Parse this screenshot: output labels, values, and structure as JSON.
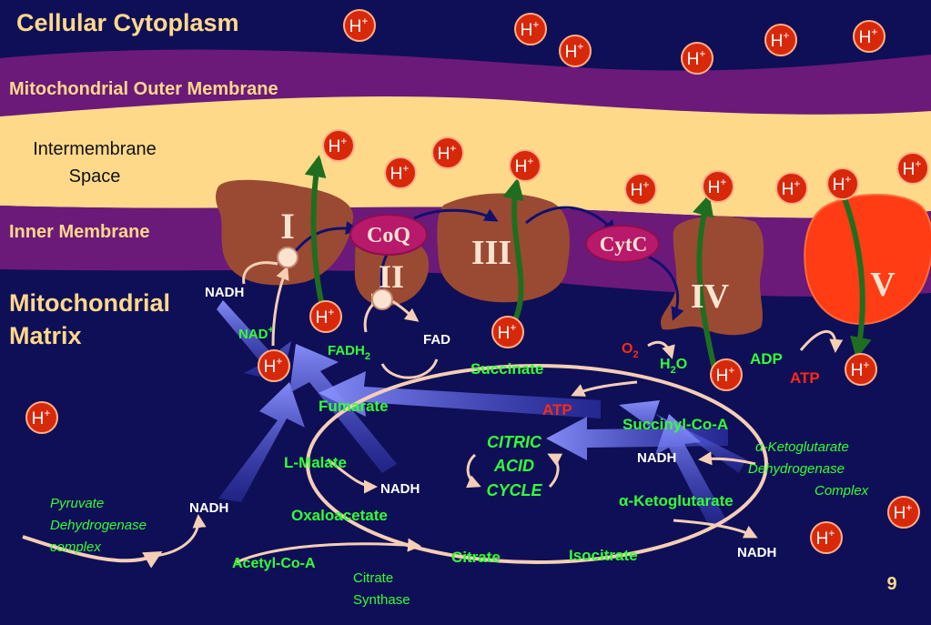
{
  "regions": {
    "cytoplasm": "Cellular Cytoplasm",
    "outer_membrane": "Mitochondrial Outer Membrane",
    "intermembrane_line1": "Intermembrane",
    "intermembrane_line2": "Space",
    "inner_membrane": "Inner Membrane",
    "matrix_line1": "Mitochondrial",
    "matrix_line2": "Matrix"
  },
  "proton": {
    "base": "H",
    "charge": "+"
  },
  "complexes": {
    "c1": "I",
    "c2": "II",
    "c3": "III",
    "c4": "IV",
    "c5": "V",
    "coq": "CoQ",
    "cytc": "CytC"
  },
  "molecules": {
    "nadh_1": "NADH",
    "nad_base": "NAD",
    "nad_sup": "+",
    "fadh_base": "FADH",
    "fadh_sub": "2",
    "fad": "FAD",
    "o2_base": "O",
    "o2_sub": "2",
    "h2o_h": "H",
    "h2o_sub": "2",
    "h2o_o": "O",
    "adp": "ADP",
    "atp_1": "ATP",
    "atp_2": "ATP",
    "nadh_2": "NADH",
    "nadh_3": "NADH",
    "nadh_4": "NADH",
    "nadh_5": "NADH"
  },
  "cycle": {
    "center_line1": "CITRIC",
    "center_line2": "ACID",
    "center_line3": "CYCLE",
    "succinate": "Succinate",
    "fumarate": "Fumarate",
    "l_malate": "L-Malate",
    "oxaloacetate": "Oxaloacetate",
    "citrate": "Citrate",
    "isocitrate": "Isocitrate",
    "alpha_keto": "-Ketoglutarate",
    "succinyl": "Succinyl-Co-A",
    "acetyl": "Acetyl-Co-A"
  },
  "enzymes": {
    "pdh_line1": "Pyruvate",
    "pdh_line2": "Dehydrogenase",
    "pdh_line3": "complex",
    "akgdh_line1": "-Ketoglutarate",
    "akgdh_line2": "Dehydrogenase",
    "akgdh_line3": "Complex",
    "cs_line1": "Citrate",
    "cs_line2": "Synthase",
    "alpha": "α"
  },
  "page_number": "9",
  "colors": {
    "background": "#0f0f57",
    "outer_membrane": "#6b1a7a",
    "intermembrane": "#ffd98a",
    "inner_membrane": "#6b1a7a",
    "complex": "#9a4a33",
    "complex_v": "#ff3c14",
    "proton": "#d8280a",
    "label_yellow": "#ffd98a",
    "label_green": "#33ff33",
    "label_red": "#ff2a10",
    "arrow_green": "#1f6e1f",
    "arrow_navy": "#10106e",
    "arrow_cream": "#f5cfb5",
    "flow_blue": "#6b78f0"
  }
}
